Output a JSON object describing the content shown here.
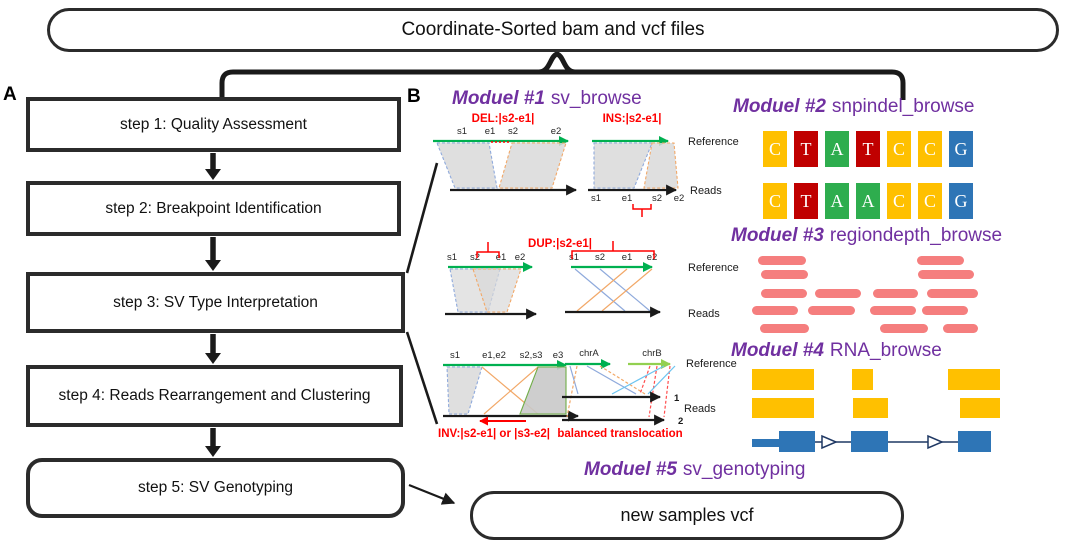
{
  "figure": {
    "input_box": "Coordinate-Sorted bam and vcf files",
    "output_box": "new samples vcf"
  },
  "panel_a": {
    "label": "A",
    "steps": [
      "step 1: Quality Assessment",
      "step 2: Breakpoint Identification",
      "step 3: SV Type Interpretation",
      "step 4: Reads Rearrangement and Clustering",
      "step 5: SV Genotyping"
    ]
  },
  "panel_b": {
    "label": "B",
    "modules": [
      {
        "id": "Moduel #1",
        "name": "sv_browse"
      },
      {
        "id": "Moduel #2",
        "name": "snpindel_browse"
      },
      {
        "id": "Moduel #3",
        "name": "regiondepth_browse"
      },
      {
        "id": "Moduel #4",
        "name": "RNA_browse"
      },
      {
        "id": "Moduel #5",
        "name": "sv_genotyping"
      }
    ],
    "sv": {
      "reference_label": "Reference",
      "reads_label": "Reads",
      "del": {
        "caption": "DEL:|s2-e1|",
        "l1": "s1",
        "l2": "e1",
        "l3": "s2",
        "l4": "e2"
      },
      "ins": {
        "caption": "INS:|s2-e1|",
        "l1": "s1",
        "l2": "e1",
        "l3": "s2",
        "l4": "e2"
      },
      "dup": {
        "caption": "DUP:|s2-e1|",
        "l1": "s1",
        "l2": "s2",
        "l3": "e1",
        "l4": "e2"
      },
      "inv": {
        "caption": "INV:|s2-e1| or |s3-e2|",
        "l1": "s1",
        "l2": "e1,e2",
        "l3": "s2,s3",
        "l4": "e3"
      },
      "tra": {
        "caption": "balanced translocation",
        "chrA": "chrA",
        "chrB": "chrB",
        "read1": "1",
        "read2": "2"
      }
    },
    "snpindel": {
      "row1": [
        "C",
        "T",
        "A",
        "T",
        "C",
        "C",
        "G"
      ],
      "row2": [
        "C",
        "T",
        "A",
        "A",
        "C",
        "C",
        "G"
      ]
    }
  },
  "colors": {
    "purple": "#7030A0",
    "red": "#FF0000",
    "green": "#00B050",
    "light_green": "#92D050",
    "salmon": "#F57E7E",
    "yellow": "#FFC000",
    "blue": "#2E75B6",
    "bases": {
      "A": "#2EAD4E",
      "T": "#C00000",
      "C": "#FFC000",
      "G": "#2E75B6"
    }
  }
}
